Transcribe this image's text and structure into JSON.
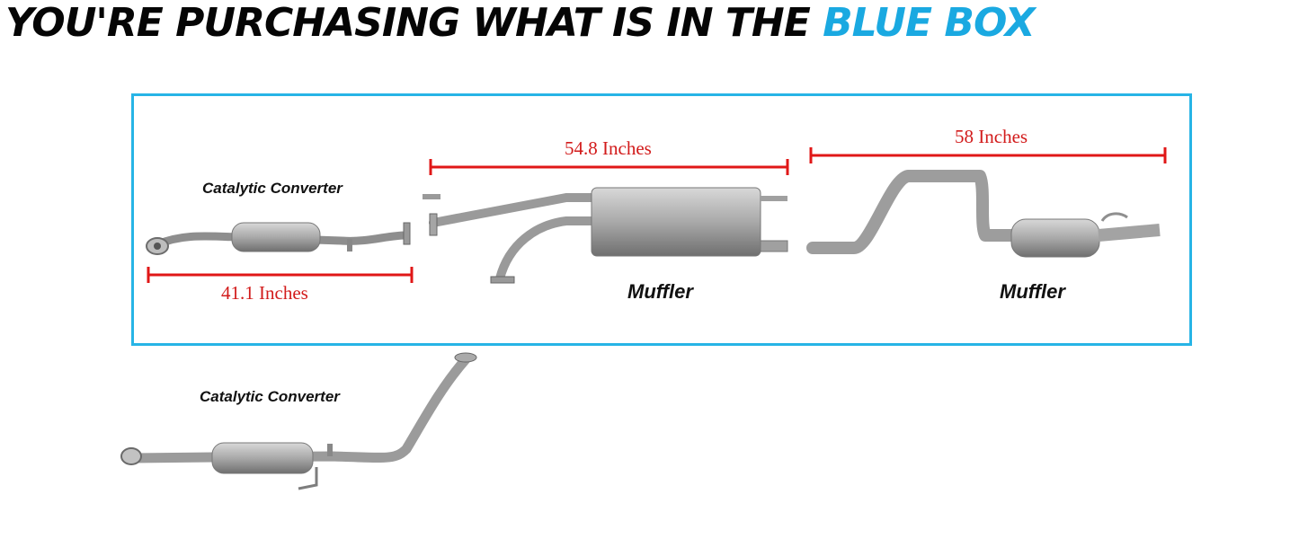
{
  "header": {
    "headline_main": "YOU'RE PURCHASING WHAT IS IN THE ",
    "headline_accent": "BLUE BOX"
  },
  "blue_box": {
    "parts": [
      {
        "name": "Catalytic Converter",
        "measurement": "41.1 Inches",
        "icon": "catalytic-converter-pipe-icon"
      },
      {
        "name": "Muffler",
        "measurement": "54.8 Inches",
        "icon": "muffler-assembly-icon"
      },
      {
        "name": "Muffler",
        "measurement": "58 Inches",
        "icon": "tailpipe-muffler-icon"
      }
    ]
  },
  "excluded_part": {
    "name": "Catalytic Converter",
    "icon": "catalytic-converter-downpipe-icon"
  },
  "colors": {
    "accent": "#1aa9e1",
    "box_border": "#27b4e6",
    "measurement": "#d21b1b",
    "pipe": "#9c9c9c"
  }
}
